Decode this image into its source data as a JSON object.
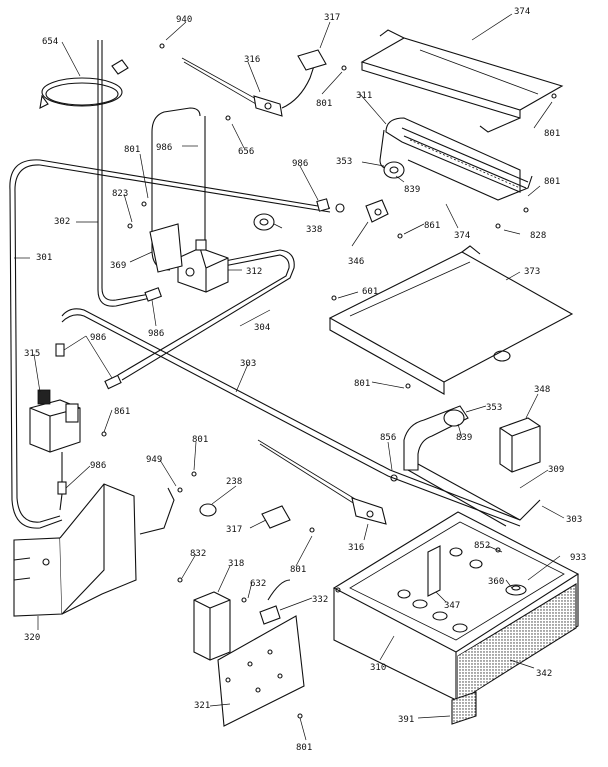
{
  "labels": [
    {
      "text": "940"
    },
    {
      "text": "317"
    },
    {
      "text": "374"
    },
    {
      "text": "654"
    },
    {
      "text": "316"
    },
    {
      "text": "801"
    },
    {
      "text": "311"
    },
    {
      "text": "801"
    },
    {
      "text": "986"
    },
    {
      "text": "801"
    },
    {
      "text": "656"
    },
    {
      "text": "353"
    },
    {
      "text": "986"
    },
    {
      "text": "839"
    },
    {
      "text": "801"
    },
    {
      "text": "823"
    },
    {
      "text": "302"
    },
    {
      "text": "338"
    },
    {
      "text": "374"
    },
    {
      "text": "828"
    },
    {
      "text": "301"
    },
    {
      "text": "861"
    },
    {
      "text": "346"
    },
    {
      "text": "369"
    },
    {
      "text": "312"
    },
    {
      "text": "373"
    },
    {
      "text": "601"
    },
    {
      "text": "986"
    },
    {
      "text": "304"
    },
    {
      "text": "986"
    },
    {
      "text": "315"
    },
    {
      "text": "303"
    },
    {
      "text": "801"
    },
    {
      "text": "348"
    },
    {
      "text": "353"
    },
    {
      "text": "861"
    },
    {
      "text": "856"
    },
    {
      "text": "839"
    },
    {
      "text": "801"
    },
    {
      "text": "986"
    },
    {
      "text": "949"
    },
    {
      "text": "309"
    },
    {
      "text": "238"
    },
    {
      "text": "303"
    },
    {
      "text": "317"
    },
    {
      "text": "316"
    },
    {
      "text": "852"
    },
    {
      "text": "933"
    },
    {
      "text": "832"
    },
    {
      "text": "318"
    },
    {
      "text": "801"
    },
    {
      "text": "360"
    },
    {
      "text": "632"
    },
    {
      "text": "332"
    },
    {
      "text": "347"
    },
    {
      "text": "320"
    },
    {
      "text": "310"
    },
    {
      "text": "342"
    },
    {
      "text": "321"
    },
    {
      "text": "391"
    },
    {
      "text": "801"
    }
  ]
}
